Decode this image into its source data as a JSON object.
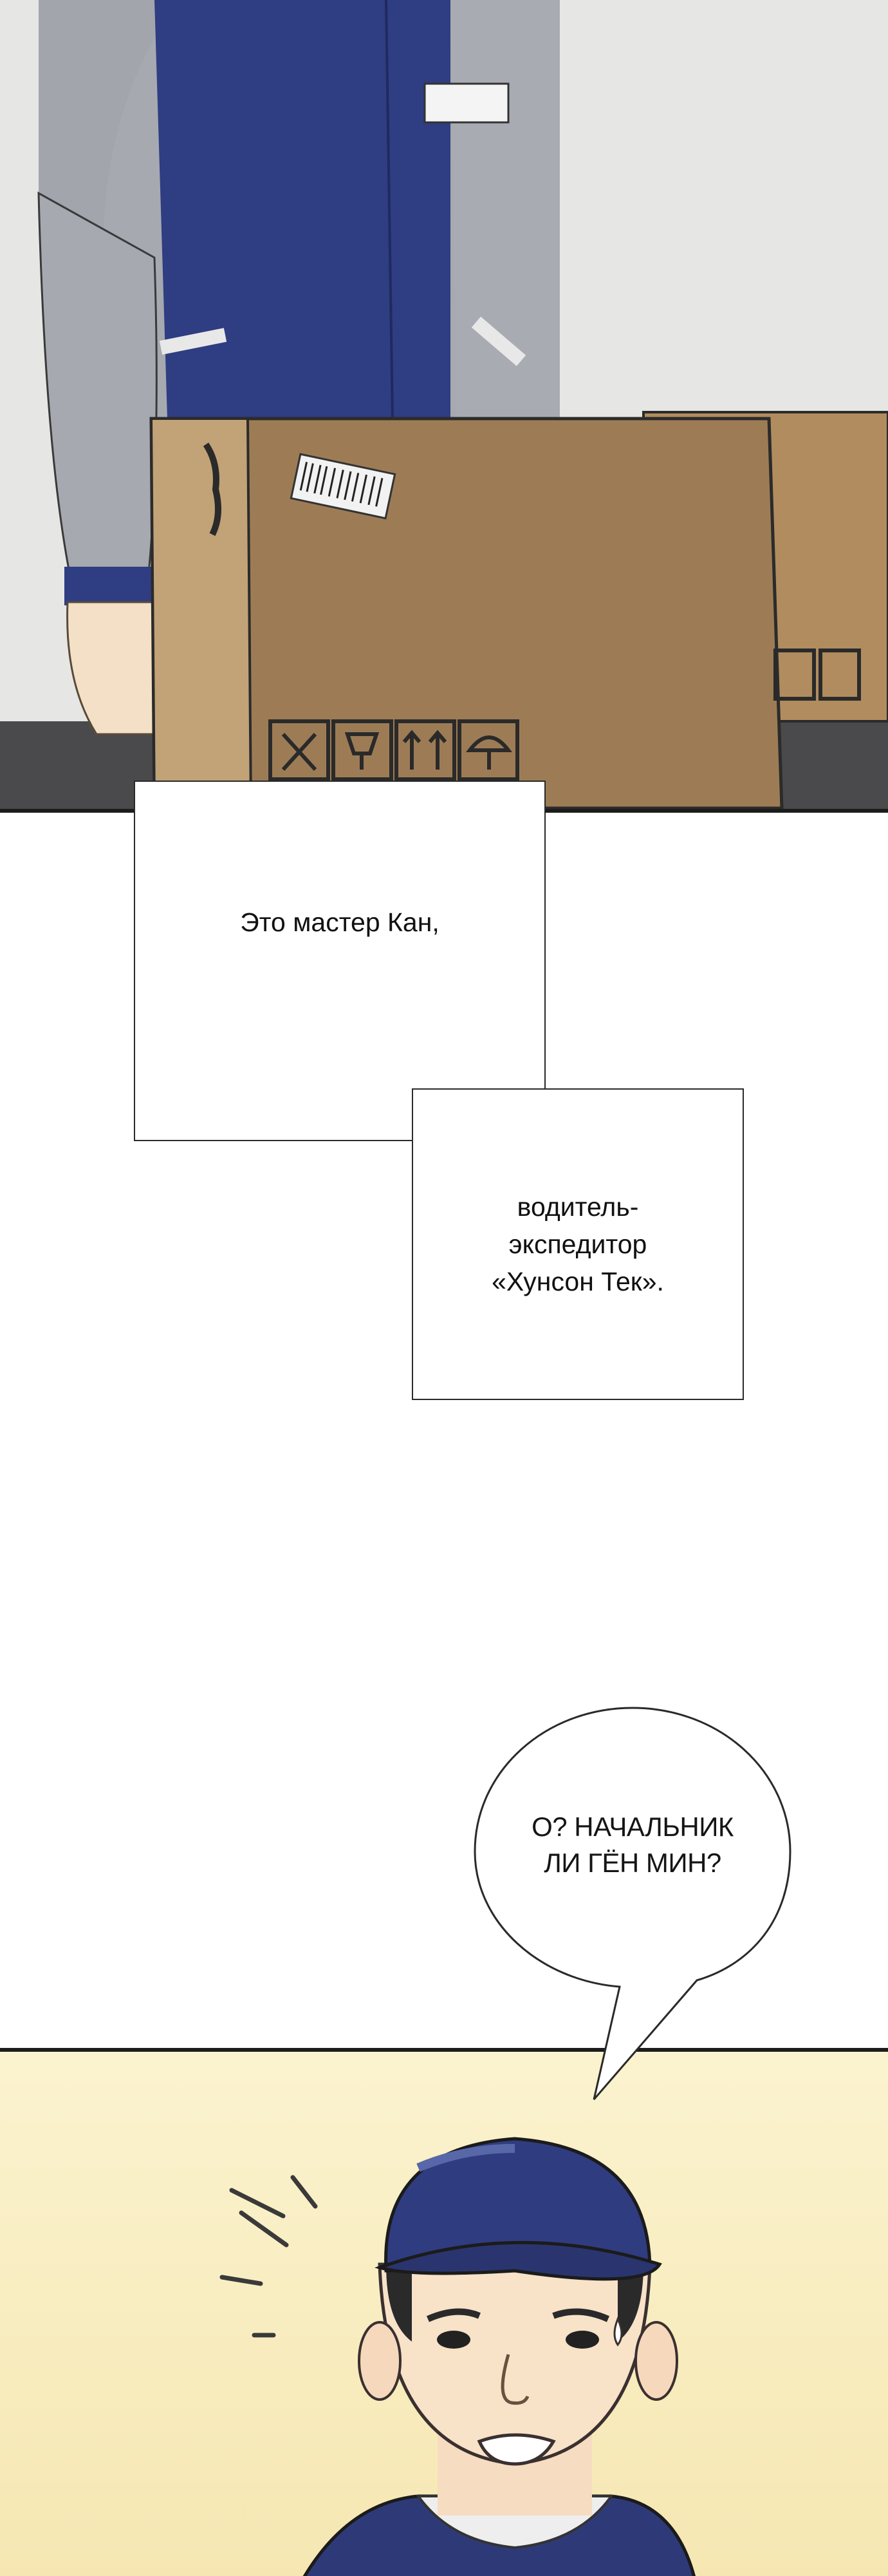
{
  "captions": [
    {
      "text": "Это мастер Кан,"
    },
    {
      "text": "водитель-\nэкспедитор\n«Хунсон Тек»."
    }
  ],
  "speech_bubble": {
    "text": "О? НАЧАЛЬНИК\nЛИ ГЁН МИН?"
  },
  "colors": {
    "uniform_navy": "#2e3d80",
    "uniform_grey": "#a3a5ad",
    "box_brown": "#9a7a55",
    "wall": "#e4e4e2",
    "bottom_bg": "#fbf1c8"
  }
}
